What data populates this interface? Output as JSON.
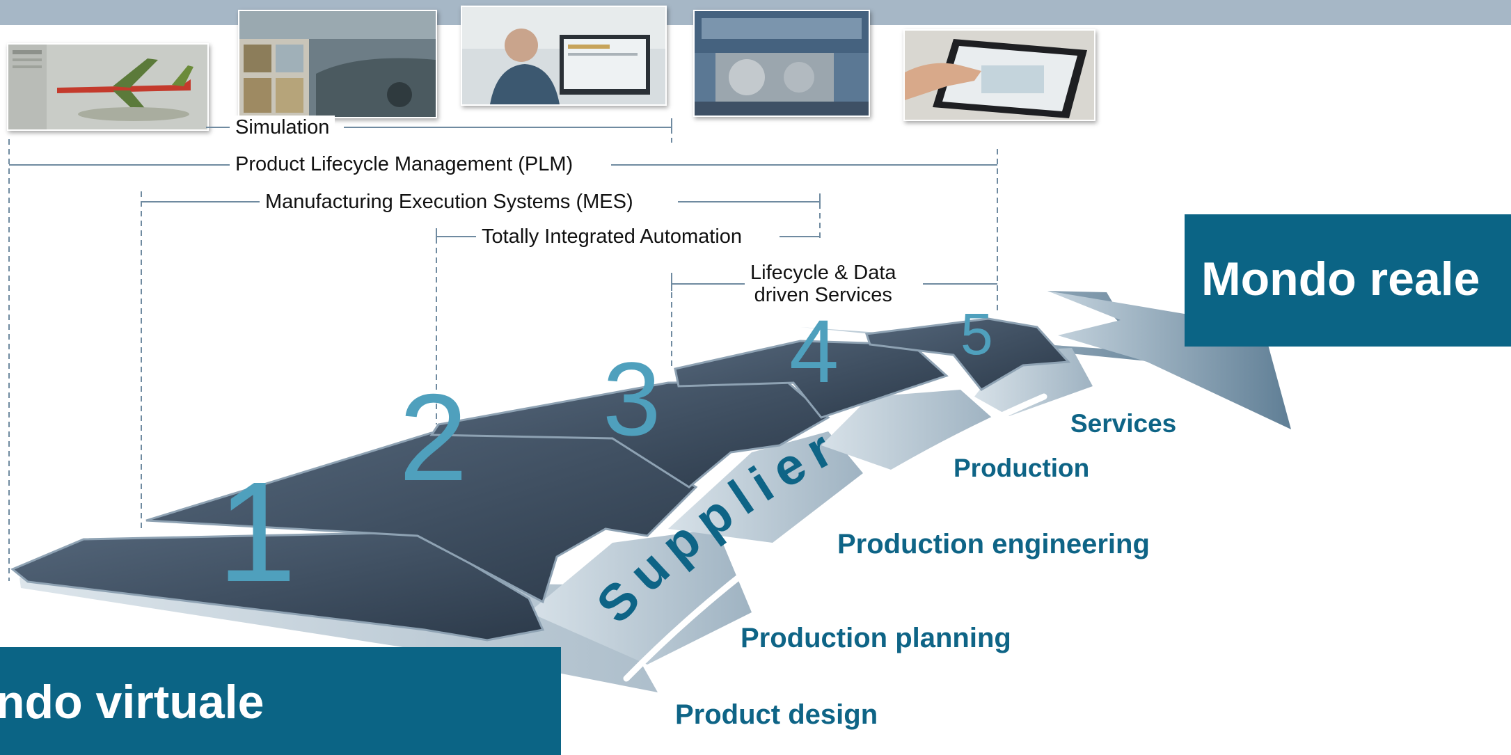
{
  "thumbnails": [
    {
      "name": "airplane-cad-thumbnail",
      "icon": "airplane-model"
    },
    {
      "name": "car-factory-thumbnail",
      "icon": "car-production-line"
    },
    {
      "name": "operator-screen-thumbnail",
      "icon": "operator-monitor"
    },
    {
      "name": "machine-hall-thumbnail",
      "icon": "industrial-machine"
    },
    {
      "name": "tablet-thumbnail",
      "icon": "tablet-hand"
    }
  ],
  "spans": {
    "simulation": "Simulation",
    "plm": "Product Lifecycle Management (PLM)",
    "mes": "Manufacturing Execution Systems (MES)",
    "tia": "Totally Integrated Automation",
    "services_line1": "Lifecycle & Data",
    "services_line2": "driven Services"
  },
  "stages": [
    {
      "number": "1",
      "label": "Product design"
    },
    {
      "number": "2",
      "label": "Production planning"
    },
    {
      "number": "3",
      "label": "Production engineering"
    },
    {
      "number": "4",
      "label": "Production"
    },
    {
      "number": "5",
      "label": "Services"
    }
  ],
  "supplier_text": "Supplier",
  "world_virtual": "ndo virtuale",
  "world_real": "Mondo reale",
  "colors": {
    "top_bar": "#a6b7c6",
    "box_blue": "#0b6485",
    "stage_text": "#0e6486",
    "number_color": "#4fa0bd",
    "platform_dark": "#3a4a5c",
    "platform_light": "#b9c8d3",
    "dashed_line": "#6f8aa0"
  }
}
